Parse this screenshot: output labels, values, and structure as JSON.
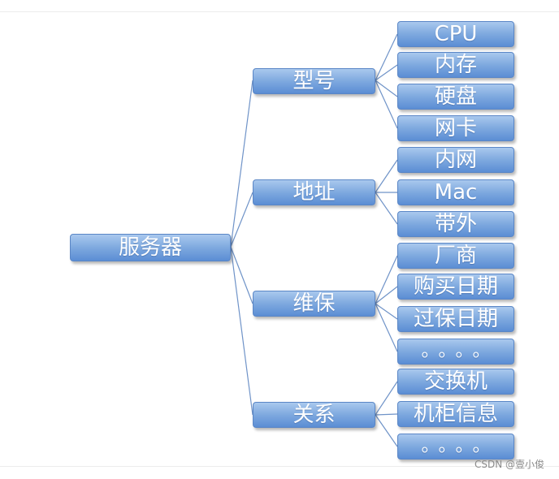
{
  "root": {
    "label": "服务器"
  },
  "categories": [
    {
      "label": "型号",
      "items": [
        "CPU",
        "内存",
        "硬盘",
        "网卡"
      ]
    },
    {
      "label": "地址",
      "items": [
        "内网",
        "Mac",
        "带外"
      ]
    },
    {
      "label": "维保",
      "items": [
        "厂商",
        "购买日期",
        "过保日期",
        "。。。。"
      ]
    },
    {
      "label": "关系",
      "items": [
        "交换机",
        "机柜信息",
        "。。。。"
      ]
    }
  ],
  "watermark": "CSDN @壹小俊",
  "colors": {
    "node": "#7ea9df",
    "link": "#6f93c8"
  }
}
